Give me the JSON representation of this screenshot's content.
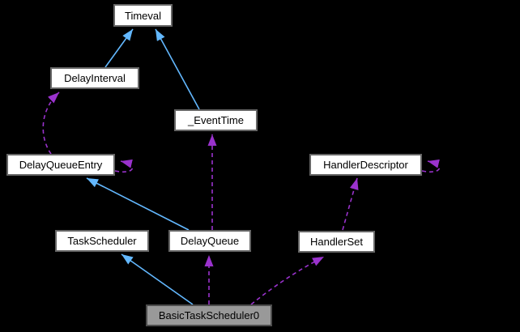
{
  "diagram": {
    "type": "class-collaboration-graph",
    "nodes": [
      {
        "id": "timeval",
        "label": "Timeval"
      },
      {
        "id": "delay-interval",
        "label": "DelayInterval"
      },
      {
        "id": "event-time",
        "label": "_EventTime"
      },
      {
        "id": "delay-queue-entry",
        "label": "DelayQueueEntry"
      },
      {
        "id": "handler-descriptor",
        "label": "HandlerDescriptor"
      },
      {
        "id": "task-scheduler",
        "label": "TaskScheduler"
      },
      {
        "id": "delay-queue",
        "label": "DelayQueue"
      },
      {
        "id": "handler-set",
        "label": "HandlerSet"
      },
      {
        "id": "basic-task-scheduler0",
        "label": "BasicTaskScheduler0",
        "highlighted": true
      }
    ],
    "edges": [
      {
        "from": "DelayInterval",
        "to": "Timeval",
        "type": "inheritance",
        "style": "solid-blue"
      },
      {
        "from": "_EventTime",
        "to": "Timeval",
        "type": "inheritance",
        "style": "solid-blue"
      },
      {
        "from": "DelayQueue",
        "to": "DelayQueueEntry",
        "type": "inheritance",
        "style": "solid-blue"
      },
      {
        "from": "BasicTaskScheduler0",
        "to": "TaskScheduler",
        "type": "inheritance",
        "style": "solid-blue"
      },
      {
        "from": "DelayQueueEntry",
        "to": "DelayInterval",
        "type": "usage",
        "style": "dashed-purple"
      },
      {
        "from": "DelayQueueEntry",
        "to": "DelayQueueEntry",
        "type": "usage-self-loop",
        "style": "dashed-purple"
      },
      {
        "from": "DelayQueue",
        "to": "_EventTime",
        "type": "usage",
        "style": "dashed-purple"
      },
      {
        "from": "BasicTaskScheduler0",
        "to": "DelayQueue",
        "type": "usage",
        "style": "dashed-purple"
      },
      {
        "from": "BasicTaskScheduler0",
        "to": "HandlerSet",
        "type": "usage",
        "style": "dashed-purple"
      },
      {
        "from": "HandlerSet",
        "to": "HandlerDescriptor",
        "type": "usage",
        "style": "dashed-purple"
      },
      {
        "from": "HandlerDescriptor",
        "to": "HandlerDescriptor",
        "type": "usage-self-loop",
        "style": "dashed-purple"
      }
    ]
  },
  "colors": {
    "background": "#000000",
    "node_fill": "#ffffff",
    "node_border": "#666666",
    "node_text": "#000000",
    "highlight_fill": "#999999",
    "highlight_border": "#4d4d4d",
    "inheritance": "#63b8ff",
    "usage": "#9a32cd"
  }
}
